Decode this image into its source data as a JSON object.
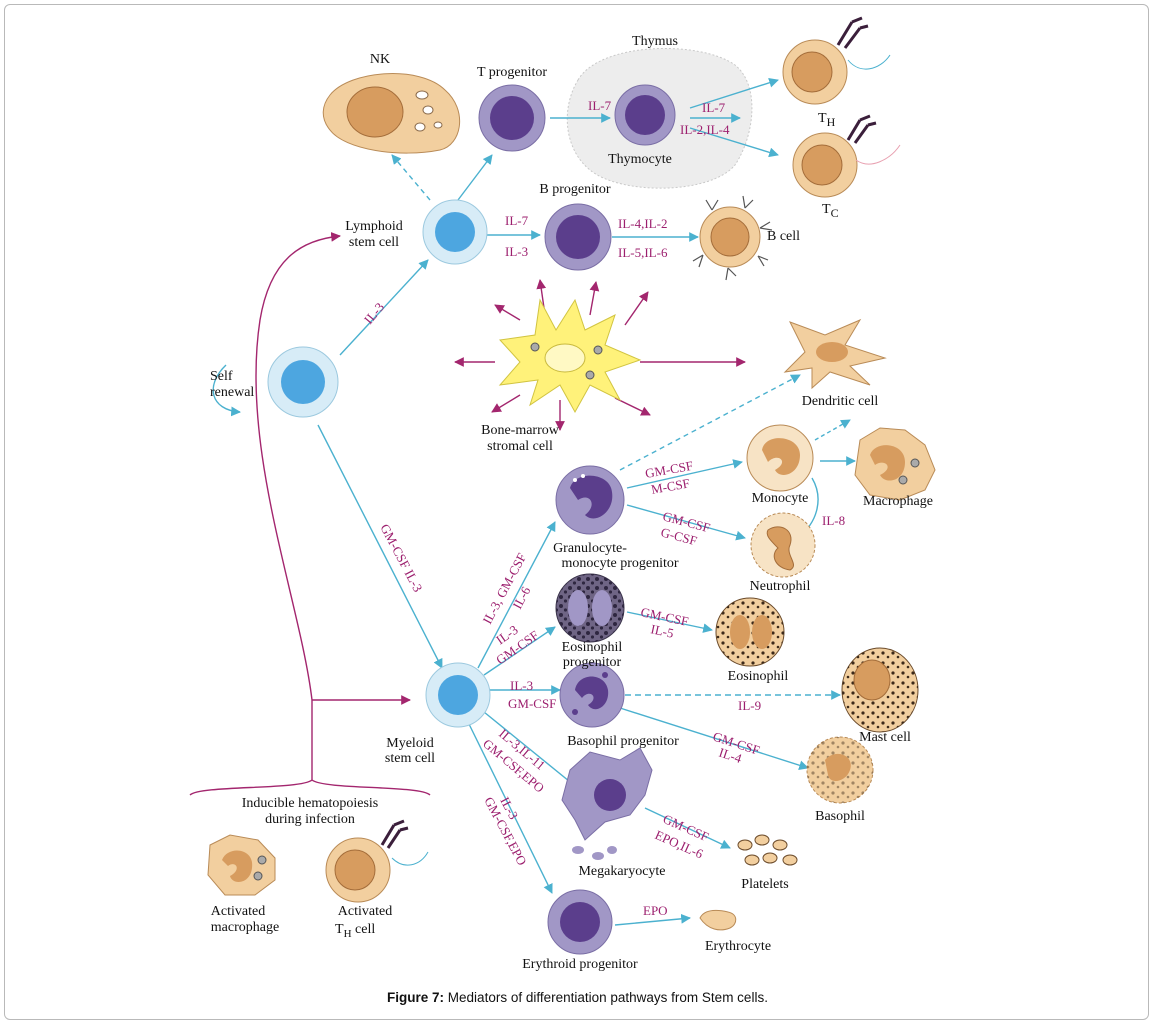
{
  "labels": {
    "nk": "NK",
    "t_progenitor": "T progenitor",
    "thymus": "Thymus",
    "thymocyte": "Thymocyte",
    "th": "T",
    "th_sub": "H",
    "tc": "T",
    "tc_sub": "C",
    "b_progenitor": "B progenitor",
    "b_cell": "B cell",
    "lymphoid_1": "Lymphoid",
    "lymphoid_2": "stem cell",
    "self_renewal_1": "Self",
    "self_renewal_2": "renewal",
    "stromal_1": "Bone-marrow",
    "stromal_2": "stromal cell",
    "dendritic": "Dendritic cell",
    "monocyte": "Monocyte",
    "macrophage": "Macrophage",
    "gm_prog_1": "Granulocyte-",
    "gm_prog_2": "monocyte progenitor",
    "neutrophil": "Neutrophil",
    "eos_prog_1": "Eosinophil",
    "eos_prog_2": "progenitor",
    "eosinophil": "Eosinophil",
    "mast_cell": "Mast cell",
    "baso_prog": "Basophil progenitor",
    "basophil": "Basophil",
    "myeloid_1": "Myeloid",
    "myeloid_2": "stem cell",
    "megakaryocyte": "Megakaryocyte",
    "platelets": "Platelets",
    "erythroid_prog": "Erythroid progenitor",
    "erythrocyte": "Erythrocyte",
    "inducible_1": "Inducible hematopoiesis",
    "inducible_2": "during infection",
    "act_macro_1": "Activated",
    "act_macro_2": "macrophage",
    "act_th_1": "Activated",
    "act_th_2": "T",
    "act_th_sub": "H",
    "act_th_3": " cell"
  },
  "cytokines": {
    "il7_thymus": "IL-7",
    "il7_th": "IL-7",
    "il2_il4": "IL-2,IL-4",
    "il7_b": "IL-7",
    "il3_b": "IL-3",
    "il4_il2": "IL-4,IL-2",
    "il5_il6": "IL-5,IL-6",
    "il3_lymphoid": "IL-3",
    "gmcsf_il3": "GM-CSF  IL-3",
    "il3_gmcsf_il6_a": "IL-3, GM-CSF",
    "il3_gmcsf_il6_b": "IL-6",
    "gmcsf_mcsf_a": "GM-CSF",
    "gmcsf_mcsf_b": "M-CSF",
    "gmcsf_gcsf_a": "GM-CSF",
    "gmcsf_gcsf_b": "G-CSF",
    "il8": "IL-8",
    "il3_gmcsf_eos_a": "IL-3",
    "il3_gmcsf_eos_b": "GM-CSF",
    "gmcsf_il5_a": "GM-CSF",
    "gmcsf_il5_b": "IL-5",
    "il3_baso_a": "IL-3",
    "il3_baso_b": "GM-CSF",
    "il9": "IL-9",
    "gmcsf_il4_a": "GM-CSF",
    "gmcsf_il4_b": "IL-4",
    "il3_il11_a": "IL-3,IL-11",
    "il3_il11_b": "GM-CSF,EPO",
    "gmcsf_epo_a": "GM-CSF",
    "gmcsf_epo_b": "EPO,IL-6",
    "il3_ery_a": "IL-3",
    "il3_ery_b": "GM-CSF,EPO",
    "epo": "EPO"
  },
  "caption": {
    "bold": "Figure 7:",
    "text": " Mediators of differentiation pathways from Stem cells."
  },
  "colors": {
    "cyan_arrow": "#4bb1cf",
    "magenta_arrow": "#a3266e",
    "tan_cell": "#f2cf9f",
    "nucleus_tan": "#d79c5f",
    "purple_cell": "#a197c6",
    "purple_nucleus": "#5b3e8c",
    "stem_outer": "#d7ecf7",
    "stem_nucleus": "#4da6e0",
    "stromal": "#fff27a"
  }
}
